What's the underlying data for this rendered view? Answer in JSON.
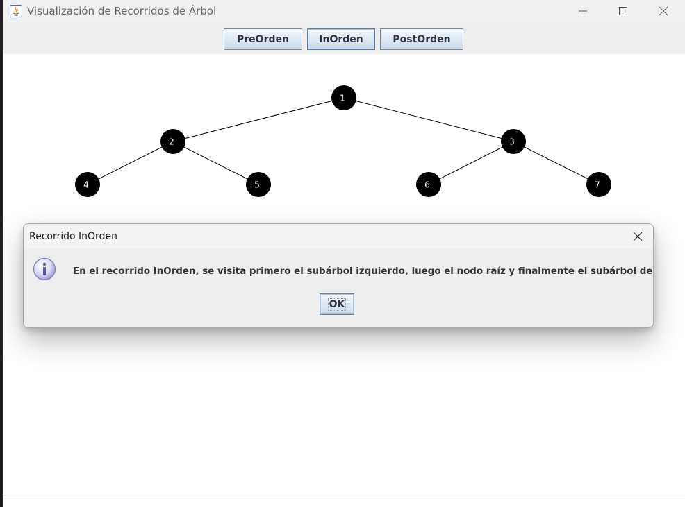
{
  "window": {
    "title": "Visualización de Recorridos de Árbol"
  },
  "toolbar": {
    "buttons": [
      {
        "label": "PreOrden"
      },
      {
        "label": "InOrden"
      },
      {
        "label": "PostOrden"
      }
    ]
  },
  "tree": {
    "nodes": [
      {
        "label": "1"
      },
      {
        "label": "2"
      },
      {
        "label": "3"
      },
      {
        "label": "4"
      },
      {
        "label": "5"
      },
      {
        "label": "6"
      },
      {
        "label": "7"
      }
    ],
    "edges": [
      [
        "1",
        "2"
      ],
      [
        "1",
        "3"
      ],
      [
        "2",
        "4"
      ],
      [
        "2",
        "5"
      ],
      [
        "3",
        "6"
      ],
      [
        "3",
        "7"
      ]
    ],
    "node_color": "#000000",
    "label_color": "#ffffff"
  },
  "dialog": {
    "title": "Recorrido InOrden",
    "message": "En el recorrido InOrden, se visita primero el subárbol izquierdo, luego el nodo raíz y finalmente el subárbol derecho.",
    "ok_label": "OK",
    "icon": "info-icon"
  }
}
